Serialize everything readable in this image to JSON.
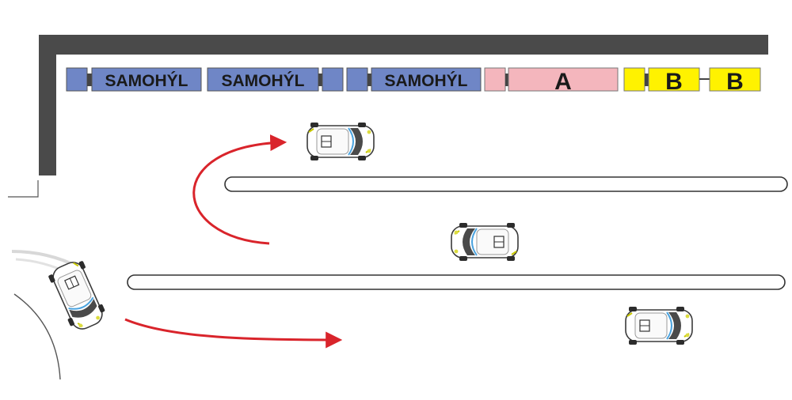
{
  "colors": {
    "wall": "#4a4a4a",
    "samohyl_fill": "#6f86c6",
    "a_fill": "#f4b6bd",
    "b_fill": "#fff200",
    "arrow": "#d9242b",
    "lane_outline": "#333333",
    "connector": "#444444"
  },
  "labels": {
    "samohyl_1": "SAMOHÝL",
    "samohyl_2": "SAMOHÝL",
    "samohyl_3": "SAMOHÝL",
    "a": "A",
    "b_1": "B",
    "b_2": "B"
  },
  "icons": {
    "car": "rally-car-icon",
    "arrow": "red-curved-arrow-icon"
  }
}
